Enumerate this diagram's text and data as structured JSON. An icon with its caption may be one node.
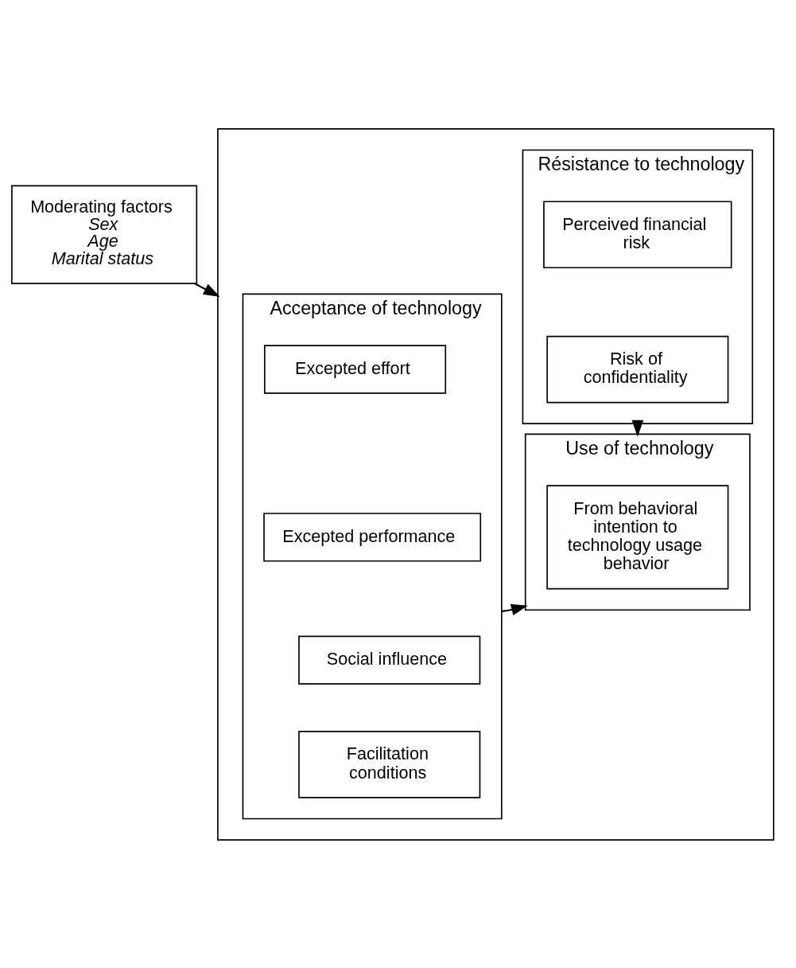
{
  "diagram": {
    "nodes": [
      {
        "text": [
          "Moderating factors",
          "Sex",
          "Age",
          "Marital status"
        ]
      },
      {
        "text": [],
        "shape": "box"
      },
      {
        "text": [
          "Acceptance of technology"
        ],
        "in": 1
      },
      {
        "text": [
          "Excepted effort"
        ],
        "in": 2
      },
      {
        "text": [
          "Excepted performance"
        ],
        "in": 2
      },
      {
        "text": [
          "Social influence"
        ],
        "in": 2
      },
      {
        "text": [
          "Facilitation conditions"
        ],
        "in": 2
      },
      {
        "text": [
          "Résistance to technology"
        ],
        "in": 1
      },
      {
        "text": [
          "Perceived financial risk"
        ],
        "in": 7
      },
      {
        "text": [
          "Risk of confidentiality"
        ],
        "in": 7
      },
      {
        "text": [
          "Use of technology"
        ],
        "in": 1
      },
      {
        "text": [
          "From behavioral intention to technology usage behavior"
        ],
        "in": 10
      }
    ],
    "edges": [
      {
        "from": 0,
        "to": 1,
        "arrow": "to"
      },
      {
        "from": 7,
        "to": 10,
        "arrow": "to"
      },
      {
        "from": 2,
        "to": 10,
        "arrow": "to"
      }
    ]
  }
}
